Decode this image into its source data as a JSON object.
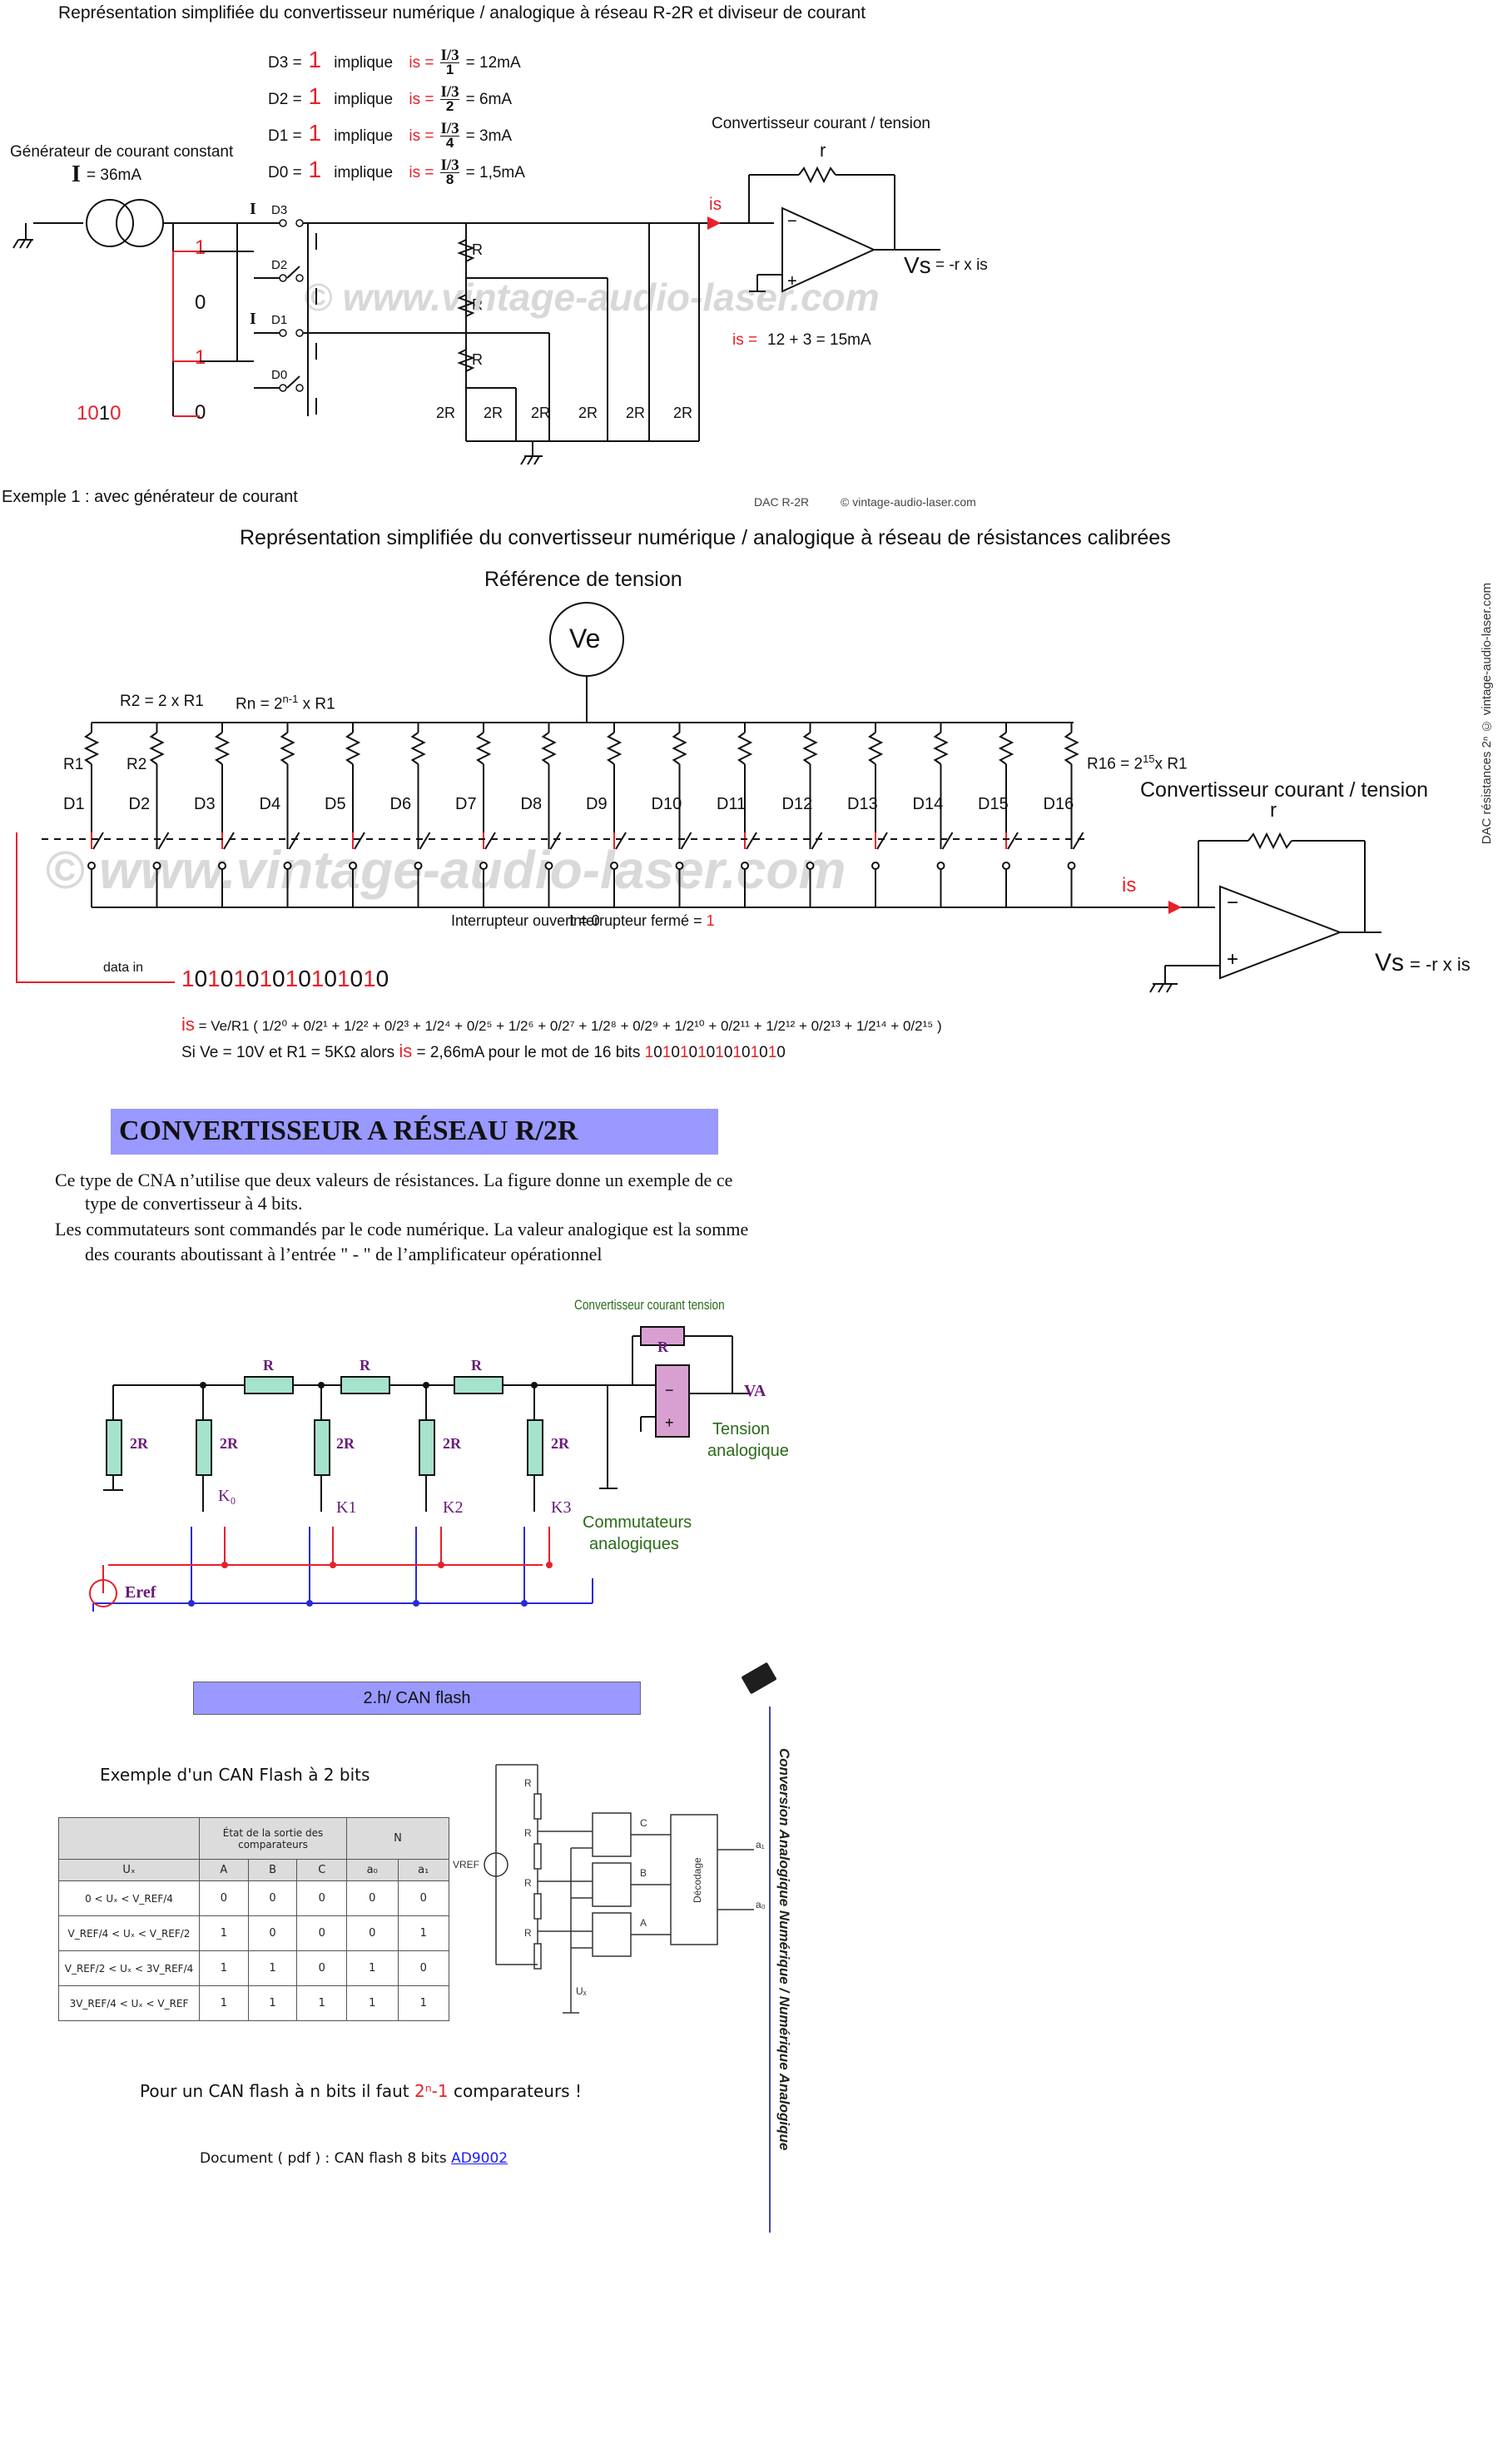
{
  "section1": {
    "title": "Représentation simplifiée du convertisseur numérique / analogique à réseau R-2R et diviseur de courant",
    "lines": [
      {
        "d": "D3 =",
        "bit": "1",
        "implique": "implique",
        "is": "is =",
        "frac": "I/3",
        "den": "1",
        "val": "= 12mA"
      },
      {
        "d": "D2 =",
        "bit": "1",
        "implique": "implique",
        "is": "is =",
        "frac": "I/3",
        "den": "2",
        "val": "=  6mA"
      },
      {
        "d": "D1 =",
        "bit": "1",
        "implique": "implique",
        "is": "is =",
        "frac": "I/3",
        "den": "4",
        "val": "=  3mA"
      },
      {
        "d": "D0 =",
        "bit": "1",
        "implique": "implique",
        "is": "is =",
        "frac": "I/3",
        "den": "8",
        "val": "= 1,5mA"
      }
    ],
    "generator_label": "Générateur de courant constant",
    "generator_I": "I",
    "generator_val": "= 36mA",
    "converter_label": "Convertisseur courant / tension",
    "r_label": "r",
    "is_label": "is",
    "vs_label": "Vs",
    "vs_formula": "= -r x is",
    "is_sum_label": "is =",
    "is_sum": "12 + 3 = 15mA",
    "switches": [
      "D3",
      "D2",
      "D1",
      "D0"
    ],
    "I_labels": [
      "I",
      "I"
    ],
    "bits": [
      "1",
      "0",
      "1",
      "0"
    ],
    "code_a": "10",
    "code_b": "1",
    "code_c": "0",
    "R_labels": [
      "R",
      "R",
      "R"
    ],
    "twoR_labels": [
      "2R",
      "2R",
      "2R",
      "2R",
      "2R",
      "2R"
    ],
    "watermark": "© www.vintage-audio-laser.com",
    "example": "Exemple 1 : avec générateur de courant",
    "credit_a": "DAC   R-2R",
    "credit_b": "©  vintage-audio-laser.com"
  },
  "section2": {
    "title": "Représentation simplifiée du convertisseur numérique / analogique à réseau de résistances calibrées",
    "ref_label": "Référence de tension",
    "ve": "Ve",
    "r2_label": "R2 = 2 x R1",
    "rn_label": "Rn = 2",
    "rn_sup": "n-1",
    "rn_tail": "x R1",
    "r1": "R1",
    "r2": "R2",
    "r16": "R16 = 2",
    "r16_sup": "15",
    "r16_tail": "x R1",
    "d_labels": [
      "D1",
      "D2",
      "D3",
      "D4",
      "D5",
      "D6",
      "D7",
      "D8",
      "D9",
      "D10",
      "D11",
      "D12",
      "D13",
      "D14",
      "D15",
      "D16"
    ],
    "converter_label": "Convertisseur courant / tension",
    "r_label": "r",
    "is_label": "is",
    "vs_label": "Vs",
    "vs_formula": "= -r x is",
    "open_switch": "Interrupteur ouvert = 0",
    "closed_switch": "Interrupteur fermé =",
    "closed_val": "1",
    "data_in": "data in",
    "code": "1010101010101010",
    "formula_is": "is",
    "formula_main": "= Ve/R1 ( 1/2⁰ +  0/2¹ + 1/2² +  0/2³ + 1/2⁴ +  0/2⁵ + 1/2⁶ +  0/2⁷ + 1/2⁸ +  0/2⁹ + 1/2¹⁰ +  0/2¹¹ + 1/2¹² +  0/2¹³ + 1/2¹⁴ +  0/2¹⁵ )",
    "example_a": "Si  Ve = 10V  et  R1 = 5KΩ   alors",
    "example_is": "is",
    "example_b": "= 2,66mA  pour le mot de 16 bits",
    "example_code": "1010101010101010",
    "watermark": "© www.vintage-audio-laser.com",
    "side_credit": "DAC résistances 2ⁿ  ©  vintage-audio-laser.com"
  },
  "section3": {
    "heading": "CONVERTISSEUR A RÉSEAU R/2R",
    "p1a": "Ce type de CNA n’utilise que deux valeurs de résistances. La figure donne un exemple de ce",
    "p1b": "type de convertisseur à 4 bits.",
    "p2a": "Les commutateurs sont commandés par le code numérique. La valeur analogique est la somme",
    "p2b": "des courants aboutissant à l’entrée \"  -  \" de l’amplificateur opérationnel",
    "conv_label": "Convertisseur courant tension",
    "R": "R",
    "twoR": "2R",
    "VA": "VA",
    "tension": "Tension",
    "analogique": "analogique",
    "commutateurs": "Commutateurs",
    "analogiques": "analogiques",
    "switches": [
      "K₀",
      "K1",
      "K2",
      "K3"
    ],
    "eref": "Eref"
  },
  "section4": {
    "bar": "2.h/  CAN flash",
    "example_title": "Exemple d'un CAN Flash à 2 bits",
    "table": {
      "h_state": "État de la sortie des comparateurs",
      "h_n": "N",
      "h_ux": "Uₓ",
      "cols": [
        "A",
        "B",
        "C",
        "a₀",
        "a₁"
      ],
      "rows": [
        {
          "ux": "0 < Uₓ < V_REF/4",
          "v": [
            "0",
            "0",
            "0",
            "0",
            "0"
          ]
        },
        {
          "ux": "V_REF/4 < Uₓ < V_REF/2",
          "v": [
            "1",
            "0",
            "0",
            "0",
            "1"
          ]
        },
        {
          "ux": "V_REF/2 < Uₓ < 3V_REF/4",
          "v": [
            "1",
            "1",
            "0",
            "1",
            "0"
          ]
        },
        {
          "ux": "3V_REF/4 < Uₓ < V_REF",
          "v": [
            "1",
            "1",
            "1",
            "1",
            "1"
          ]
        }
      ]
    },
    "diagram": {
      "vref": "V_REF",
      "R": "R",
      "labels": [
        "C",
        "B",
        "A"
      ],
      "decoding": "Décodage",
      "a1": "a₁",
      "a0": "a₀",
      "ux": "Uₓ"
    },
    "rule_a": "Pour un CAN flash à n bits il faut",
    "rule_b": "2ⁿ-1",
    "rule_c": "comparateurs !",
    "doc_a": "Document ( pdf ) : CAN flash 8 bits",
    "doc_link": "AD9002",
    "side_title": "Conversion Analogique Numérique / Numérique Analogique"
  }
}
